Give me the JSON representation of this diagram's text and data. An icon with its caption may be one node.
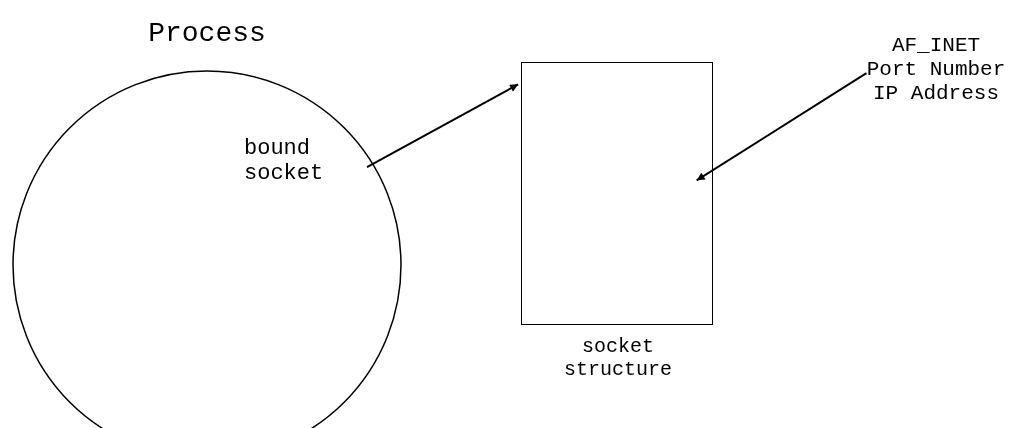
{
  "diagram": {
    "nodes": [
      {
        "text": [
          "Process"
        ]
      },
      {
        "text": [
          "bound socket"
        ],
        "in": 0
      },
      {
        "text": [],
        "shape": "box",
        "beside": [
          "socket structure"
        ]
      },
      {
        "text": [
          "AF_INET Port Number IP Address"
        ]
      }
    ],
    "edges": [
      {
        "from": 1,
        "to": 2,
        "arrow": "to"
      },
      {
        "from": 3,
        "to": 2,
        "arrow": "to"
      }
    ]
  }
}
